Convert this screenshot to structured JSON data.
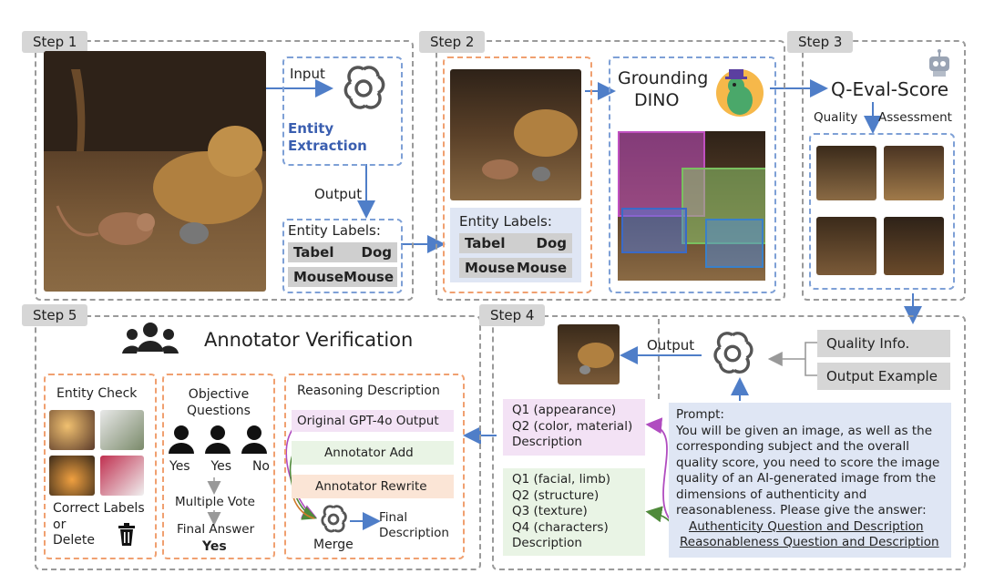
{
  "steps": {
    "step1": "Step 1",
    "step2": "Step 2",
    "step3": "Step 3",
    "step4": "Step 4",
    "step5": "Step 5"
  },
  "step1": {
    "input": "Input",
    "entity_extraction_line1": "Entity",
    "entity_extraction_line2": "Extraction",
    "output": "Output",
    "entity_labels_title": "Entity Labels:",
    "labels_row1": [
      "Tabel",
      "Dog"
    ],
    "labels_row2": [
      "Mouse",
      "Mouse"
    ]
  },
  "step2": {
    "entity_labels_title": "Entity Labels:",
    "labels_row1": [
      "Tabel",
      "Dog"
    ],
    "labels_row2": [
      "Mouse",
      "Mouse"
    ],
    "grounding_line1": "Grounding",
    "grounding_line2": "DINO"
  },
  "step3": {
    "title": "Q-Eval-Score",
    "quality": "Quality",
    "assessment": "Assessment"
  },
  "step4": {
    "output": "Output",
    "quality_info": "Quality Info.",
    "output_example": "Output Example",
    "purple_box": [
      "Q1 (appearance)",
      "Q2 (color, material)",
      "Description"
    ],
    "green_box": [
      "Q1 (facial, limb)",
      "Q2 (structure)",
      "Q3 (texture)",
      "Q4 (characters)",
      "Description"
    ],
    "prompt_lines": [
      "Prompt:",
      "You will be given an image, as well as the",
      "corresponding subject and the overall",
      "quality score, you need to score the image",
      "quality of an AI-generated image from the",
      "dimensions of authenticity and",
      "reasonableness. Please give the answer:"
    ],
    "authenticity_link": "Authenticity Question and Description",
    "reasonableness_link": "Reasonableness Question and Description"
  },
  "step5": {
    "title": "Annotator Verification",
    "entity_check": "Entity Check",
    "correct_labels": "Correct Labels",
    "or": "or",
    "delete": "Delete",
    "objective_line1": "Objective",
    "objective_line2": "Questions",
    "votes": [
      "Yes",
      "Yes",
      "No"
    ],
    "multiple_vote": "Multiple Vote",
    "final_answer": "Final Answer",
    "final_answer_value": "Yes",
    "reasoning_title": "Reasoning Description",
    "original_output": "Original GPT-4o Output",
    "annotator_add": "Annotator Add",
    "annotator_rewrite": "Annotator Rewrite",
    "merge": "Merge",
    "final_line1": "Final",
    "final_line2": "Description"
  },
  "colors": {
    "grey_dash": "#9a9a9a",
    "blue_dash": "#7ea0d6",
    "orange_dash": "#f0a070",
    "arrow_blue": "#4f7ec8",
    "entity_blue": "#3b5fb0",
    "purple_bg": "#f3e2f5",
    "green_bg": "#e9f4e5",
    "prompt_bg": "#dfe6f4"
  },
  "icons": [
    "openai-logo-icon",
    "robot-icon",
    "dinosaur-mascot-icon",
    "people-group-icon",
    "person-icon",
    "trash-icon"
  ]
}
